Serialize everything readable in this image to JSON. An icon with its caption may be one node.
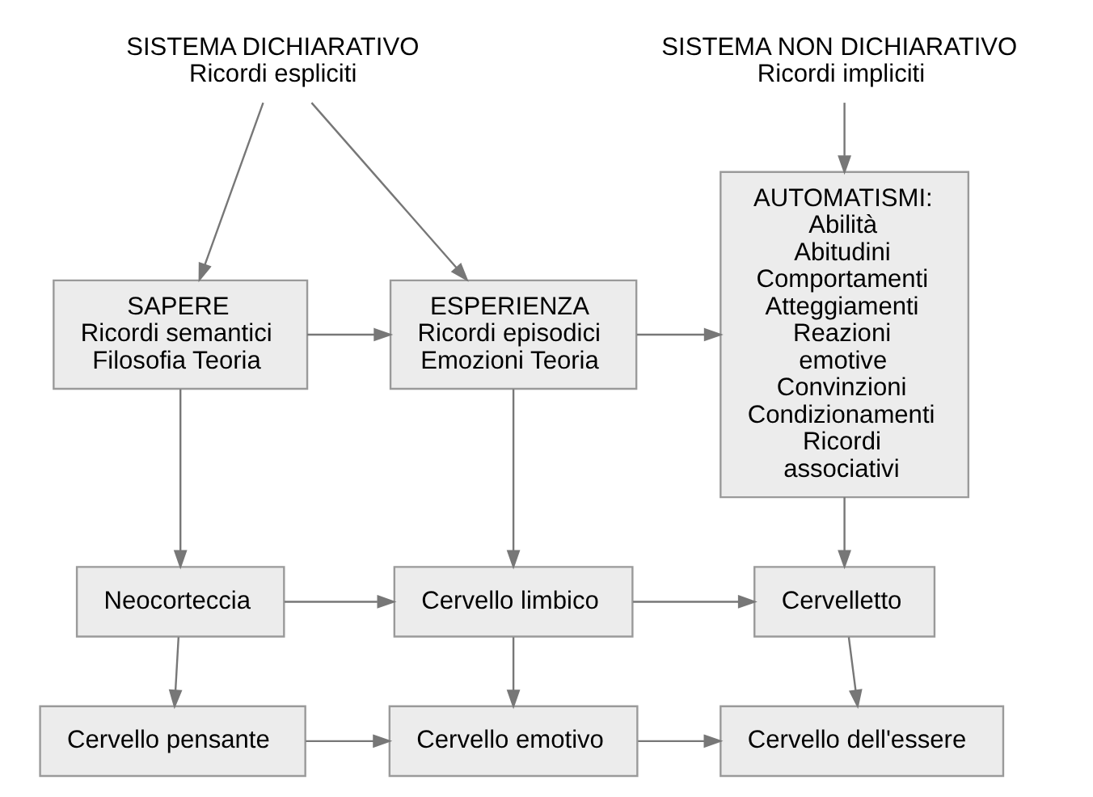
{
  "diagram": {
    "nodes": [
      {
        "text": [
          "SISTEMA DICHIARATIVO",
          "Ricordi espliciti"
        ]
      },
      {
        "text": [
          "SISTEMA NON DICHIARATIVO",
          "Ricordi impliciti"
        ]
      },
      {
        "text": [
          "SAPERE",
          "Ricordi semantici Filosofia Teoria"
        ]
      },
      {
        "text": [
          "ESPERIENZA",
          "Ricordi episodici Emozioni Teoria"
        ]
      },
      {
        "text": [
          "AUTOMATISMI:",
          "Abilità Abitudini Comportamenti Atteggiamenti Reazioni emotive Convinzioni Condizionamenti Ricordi associativi"
        ]
      },
      {
        "text": [
          "Neocorteccia"
        ]
      },
      {
        "text": [
          "Cervello limbico"
        ]
      },
      {
        "text": [
          "Cervelletto"
        ]
      },
      {
        "text": [
          "Cervello pensante"
        ]
      },
      {
        "text": [
          "Cervello emotivo"
        ]
      },
      {
        "text": [
          "Cervello dell'essere"
        ]
      }
    ],
    "edges": [
      {
        "from": 0,
        "to": 2,
        "arrow": "to"
      },
      {
        "from": 0,
        "to": 3,
        "arrow": "to"
      },
      {
        "from": 1,
        "to": 4,
        "arrow": "to"
      },
      {
        "from": 2,
        "to": 3,
        "arrow": "to"
      },
      {
        "from": 3,
        "to": 4,
        "arrow": "to"
      },
      {
        "from": 2,
        "to": 5,
        "arrow": "to"
      },
      {
        "from": 3,
        "to": 6,
        "arrow": "to"
      },
      {
        "from": 4,
        "to": 7,
        "arrow": "to"
      },
      {
        "from": 5,
        "to": 6,
        "arrow": "to"
      },
      {
        "from": 6,
        "to": 7,
        "arrow": "to"
      },
      {
        "from": 5,
        "to": 8,
        "arrow": "to"
      },
      {
        "from": 6,
        "to": 9,
        "arrow": "to"
      },
      {
        "from": 7,
        "to": 10,
        "arrow": "to"
      },
      {
        "from": 8,
        "to": 9,
        "arrow": "to"
      },
      {
        "from": 9,
        "to": 10,
        "arrow": "to"
      }
    ]
  }
}
